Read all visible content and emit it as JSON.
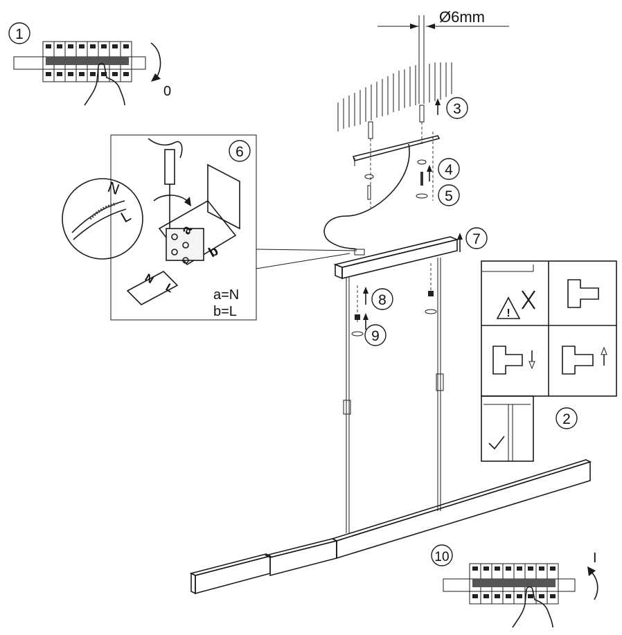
{
  "diagram": {
    "steps": [
      {
        "id": "1",
        "label": "1"
      },
      {
        "id": "2",
        "label": "2"
      },
      {
        "id": "3",
        "label": "3"
      },
      {
        "id": "4",
        "label": "4"
      },
      {
        "id": "5",
        "label": "5"
      },
      {
        "id": "6",
        "label": "6"
      },
      {
        "id": "7",
        "label": "7"
      },
      {
        "id": "8",
        "label": "8"
      },
      {
        "id": "9",
        "label": "9"
      },
      {
        "id": "10",
        "label": "10"
      }
    ],
    "drill_diameter": "Ø6mm",
    "switch_off_label": "0",
    "switch_on_label": "I",
    "wiring": {
      "terminal_n": "N",
      "terminal_l": "L",
      "terminal_a": "a",
      "terminal_b": "b",
      "legend_a": "a=N",
      "legend_b": "b=L"
    },
    "icons": [
      "hand-icon",
      "circuit-breaker-icon",
      "warning-icon",
      "screwdriver-icon",
      "check-icon",
      "rotation-arrow-icon"
    ]
  }
}
